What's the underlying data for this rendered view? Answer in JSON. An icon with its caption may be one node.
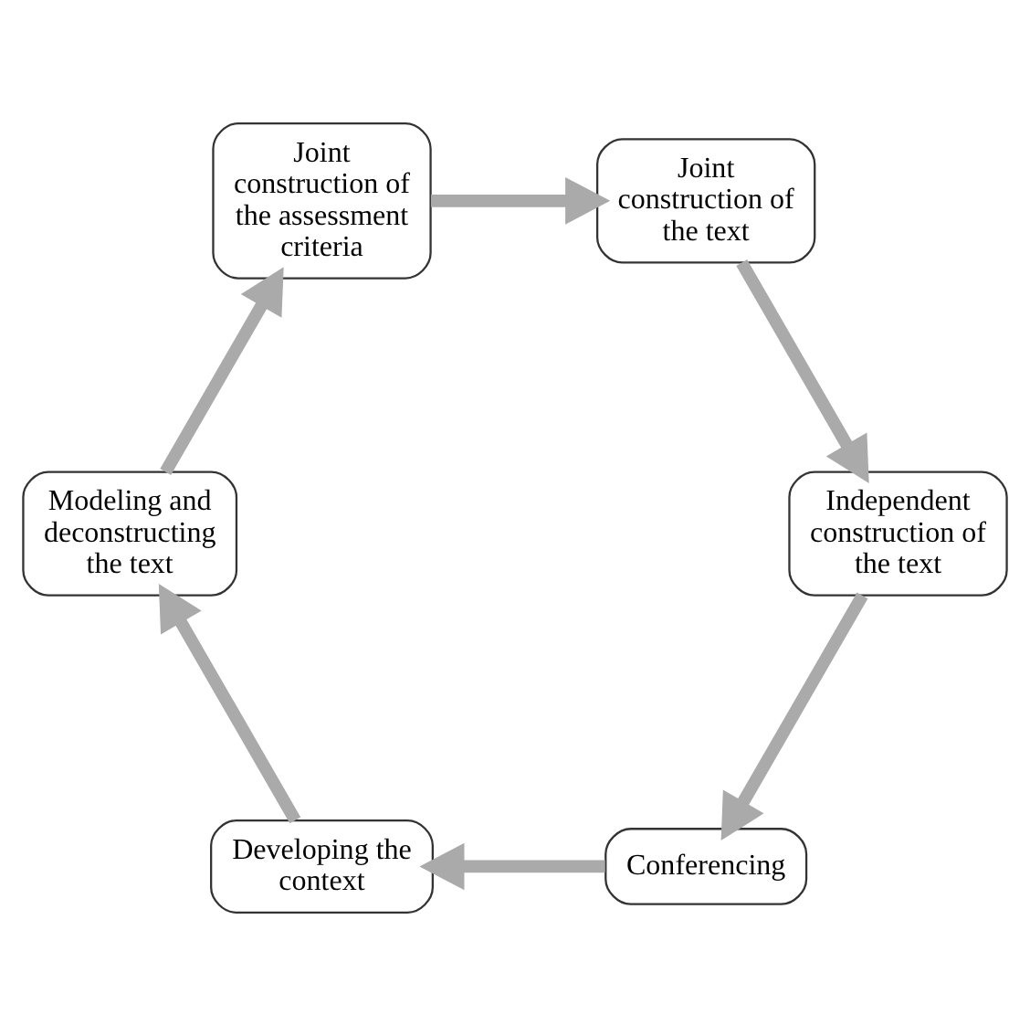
{
  "diagram": {
    "nodes": [
      {
        "text": [
          "Conferencing"
        ]
      },
      {
        "text": [
          "Developing the context"
        ]
      },
      {
        "text": [
          "Modeling and deconstructing the text"
        ]
      },
      {
        "text": [
          "Joint construction of the assessment criteria"
        ]
      },
      {
        "text": [
          "Joint construction of the text"
        ]
      },
      {
        "text": [
          "Independent construction of the text"
        ]
      }
    ],
    "edges": [
      {
        "from": 0,
        "to": 1,
        "arrow": "to"
      },
      {
        "from": 1,
        "to": 2,
        "arrow": "to"
      },
      {
        "from": 2,
        "to": 3,
        "arrow": "to"
      },
      {
        "from": 3,
        "to": 4,
        "arrow": "to"
      },
      {
        "from": 4,
        "to": 5,
        "arrow": "to"
      },
      {
        "from": 5,
        "to": 0,
        "arrow": "to"
      }
    ]
  }
}
